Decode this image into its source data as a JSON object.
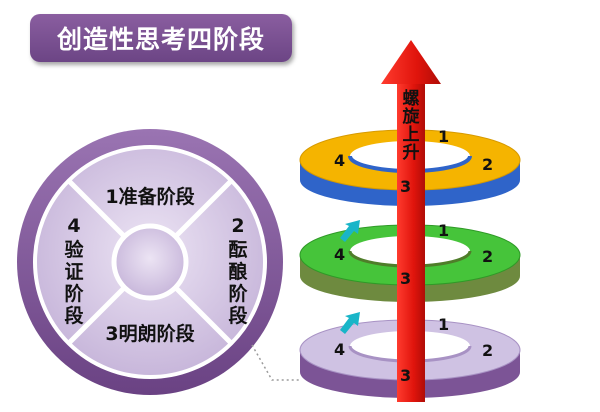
{
  "title": "创造性思考四阶段",
  "wheel": {
    "stage1": "1准备阶段",
    "stage2_num": "2",
    "stage2_text": "酝酿阶段",
    "stage3": "3明朗阶段",
    "stage4_num": "4",
    "stage4_text": "验证阶段"
  },
  "arrow_text": "螺旋上升",
  "rings": [
    {
      "n1": "1",
      "n2": "2",
      "n3": "3",
      "n4": "4"
    },
    {
      "n1": "1",
      "n2": "2",
      "n3": "3",
      "n4": "4"
    },
    {
      "n1": "1",
      "n2": "2",
      "n3": "3",
      "n4": "4"
    }
  ],
  "colors": {
    "title_bg": "#7a4f93",
    "wheel_ring": "#7c5496",
    "wheel_inner": "#c8b7da",
    "ring_top_main": "#f5b400",
    "ring_top_side": "#2f64c9",
    "ring_mid_main": "#46c43a",
    "ring_mid_side": "#6e8a3f",
    "ring_bot_main": "#cfc2e3",
    "ring_bot_side": "#7c5496",
    "arrow": "#e51b12",
    "small_arrow": "#19b5c8"
  }
}
